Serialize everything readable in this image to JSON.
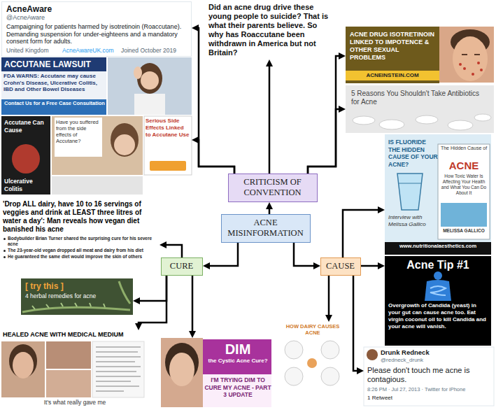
{
  "diagram": {
    "nodes": [
      {
        "text": [
          "AcneAware",
          "@AcneAware",
          "Campaigning for patients harmed by isotretinoin (Roaccutane). Demanding suspension for under-eighteens and a mandatory consent form for adults.",
          "United Kingdom",
          "AcneAwareUK.com",
          "Joined October 2019"
        ]
      },
      {
        "text": [
          "ACCUTANE LAWSUIT",
          "FDA WARNS: Accutane may cause Crohn's Disease, Ulcerative Colitis, IBD and Other Bowel Diseases",
          "Contact Us for a Free Case Consultation",
          "Have you suffered from the side effects of Accutane?",
          "Serious Side Effects Linked to Accutane Use",
          "Accutane Can Cause",
          "Ulcerative Colitis"
        ]
      },
      {
        "text": [
          "Did an acne drug drive these young people to suicide? That is what their parents believe. So why has Roaccutane been withdrawn in America but not Britain?"
        ]
      },
      {
        "text": [
          "ACNE DRUG ISOTRETINOIN LINKED TO IMPOTENCE & OTHER SEXUAL PROBLEMS",
          "ACNEINSTEIN.COM"
        ]
      },
      {
        "text": [
          "5 Reasons You Shouldn't Take Antibiotics for Acne"
        ]
      },
      {
        "text": [
          "CRITICISM OF CONVENTION"
        ]
      },
      {
        "text": [
          "IS FLUORIDE THE HIDDEN CAUSE OF YOUR ACNE?",
          "Interview with Melissa Gallico",
          "www.nutritionalaesthetics.com",
          "The Hidden Cause of",
          "ACNE",
          "How Toxic Water Is Affecting Your Health and What You Can Do About It",
          "MELISSA GALLICO"
        ]
      },
      {
        "text": [
          "ACNE MISINFORMATION"
        ]
      },
      {
        "text": [
          "'Drop ALL dairy, have 10 to 16 servings of veggies and drink at LEAST three litres of water a day': Man reveals how vegan diet banished his acne",
          "Bodybuilder Brian Turner shared the surprising cure for his severe acne",
          "The 23-year-old vegan dropped all meat and dairy from his diet",
          "He guaranteed the same diet would improve the skin of others"
        ]
      },
      {
        "text": [
          "CURE"
        ]
      },
      {
        "text": [
          "CAUSE"
        ]
      },
      {
        "text": [
          "[ try this ]",
          "4 herbal remedies for acne"
        ]
      },
      {
        "text": [
          "Acne Tip #1",
          "Overgrowth of Candida (yeast) in your gut can cause acne too. Eat virgin coconut oil to kill Candida and your acne will vanish."
        ]
      },
      {
        "text": [
          "HEALED ACNE WITH MEDICAL MEDIUM",
          "It's what really gave me"
        ]
      },
      {
        "text": [
          "DIM",
          "the Cystic Acne Cure?",
          "I'M TRYING DIM TO CURE MY ACNE - PART 3 UPDATE"
        ]
      },
      {
        "text": [
          "HOW DAIRY CAUSES ACNE"
        ]
      },
      {
        "text": [
          "Drunk Redneck",
          "@redneck_drunk",
          "Please don't touch me acne is contagious.",
          "8:26 PM · Jul 27, 2013 · Twitter for iPhone",
          "1 Retweet"
        ]
      }
    ],
    "edges": [
      {
        "from": 7,
        "to": 5,
        "arrow": "to"
      },
      {
        "from": 7,
        "to": 9,
        "arrow": "to"
      },
      {
        "from": 7,
        "to": 10,
        "arrow": "to"
      },
      {
        "from": 5,
        "to": 0,
        "arrow": "to"
      },
      {
        "from": 5,
        "to": 1,
        "arrow": "to"
      },
      {
        "from": 5,
        "to": 2,
        "arrow": "to"
      },
      {
        "from": 5,
        "to": 3,
        "arrow": "to"
      },
      {
        "from": 5,
        "to": 4,
        "arrow": "to"
      },
      {
        "from": 9,
        "to": 8,
        "arrow": "to"
      },
      {
        "from": 9,
        "to": 11,
        "arrow": "to"
      },
      {
        "from": 9,
        "to": 13,
        "arrow": "to"
      },
      {
        "from": 9,
        "to": 14,
        "arrow": "to"
      },
      {
        "from": 10,
        "to": 6,
        "arrow": "to"
      },
      {
        "from": 10,
        "to": 12,
        "arrow": "to"
      },
      {
        "from": 10,
        "to": 15,
        "arrow": "to"
      },
      {
        "from": 10,
        "to": 16,
        "arrow": "to"
      }
    ]
  }
}
